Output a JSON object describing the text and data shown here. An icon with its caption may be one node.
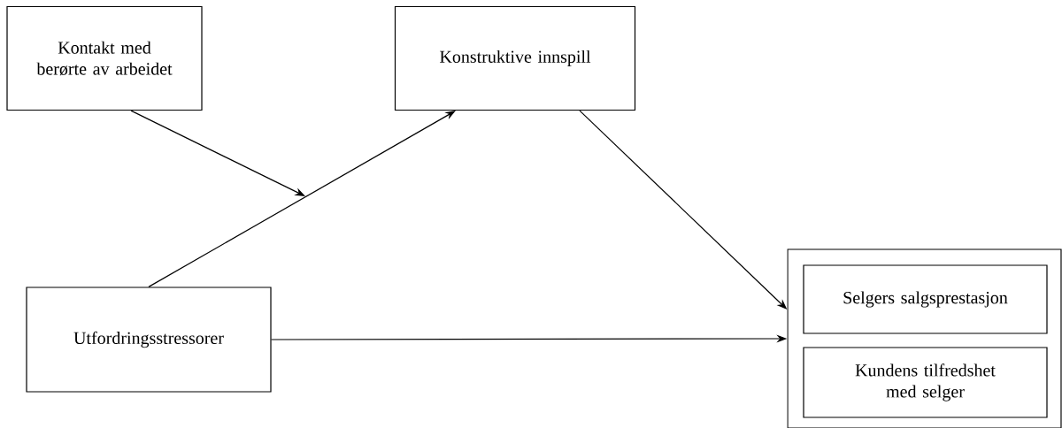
{
  "diagram": {
    "nodes": [
      {
        "text": [
          "Kontakt med berørte av arbeidet"
        ]
      },
      {
        "text": [
          "Konstruktive innspill"
        ]
      },
      {
        "text": [
          "Utfordringsstressorer"
        ]
      },
      {
        "text": [],
        "shape": "box"
      },
      {
        "text": [
          "Selgers salgsprestasjon"
        ],
        "in": 3
      },
      {
        "text": [
          "Kundens tilfredshet med selger"
        ],
        "in": 3
      }
    ],
    "edges": [
      {
        "from": 2,
        "to": 1,
        "arrow": "to"
      },
      {
        "from": 0,
        "to": null,
        "arrow": "to"
      },
      {
        "from": 1,
        "to": 3,
        "arrow": "to"
      },
      {
        "from": 2,
        "to": 3,
        "arrow": "to"
      }
    ]
  }
}
